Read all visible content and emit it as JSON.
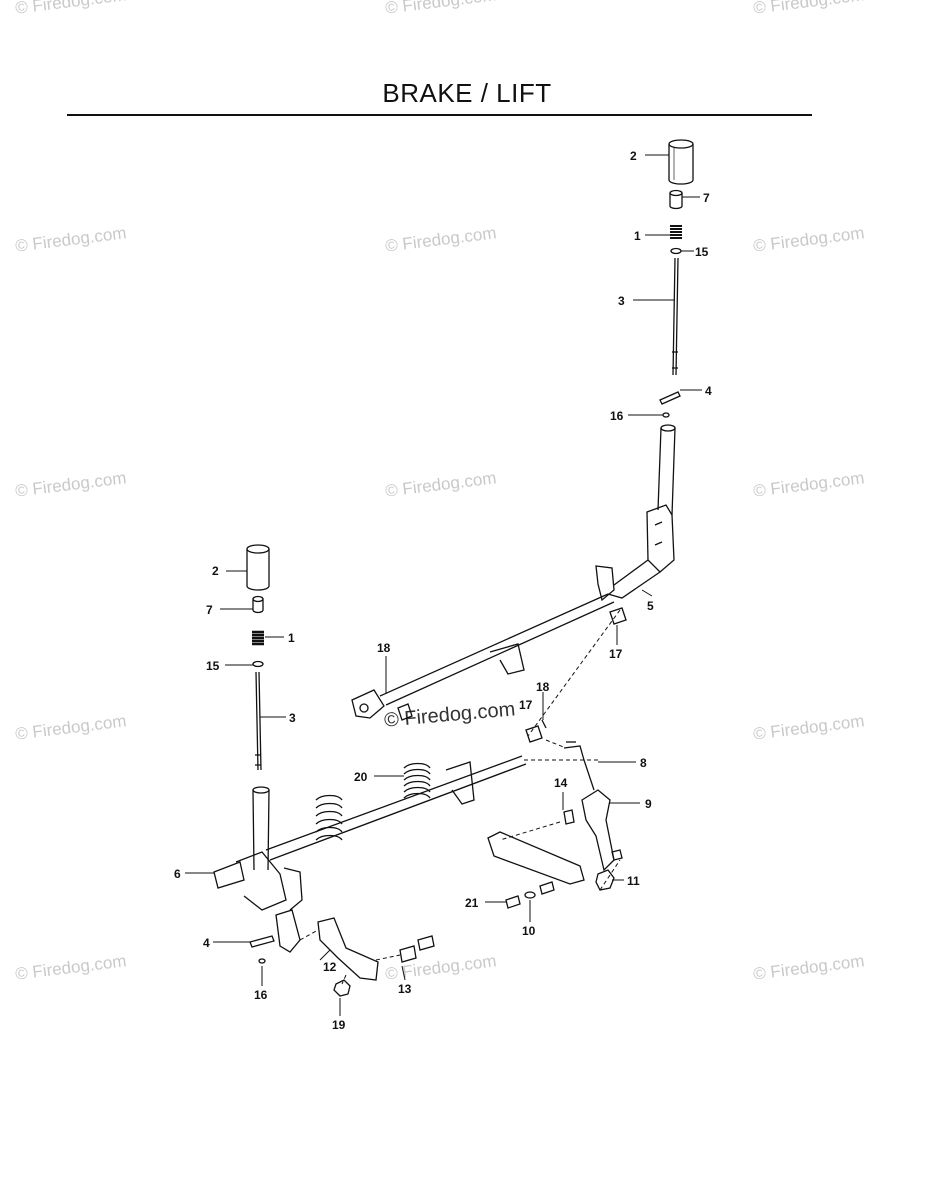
{
  "title": "BRAKE / LIFT",
  "watermark": "© Firedog.com",
  "watermark_center": "© Firedog.com",
  "callouts": [
    {
      "id": "c-2a",
      "text": "2"
    },
    {
      "id": "c-7a",
      "text": "7"
    },
    {
      "id": "c-1a",
      "text": "1"
    },
    {
      "id": "c-15a",
      "text": "15"
    },
    {
      "id": "c-3a",
      "text": "3"
    },
    {
      "id": "c-4a",
      "text": "4"
    },
    {
      "id": "c-16a",
      "text": "16"
    },
    {
      "id": "c-5",
      "text": "5"
    },
    {
      "id": "c-17a",
      "text": "17"
    },
    {
      "id": "c-18a",
      "text": "18"
    },
    {
      "id": "c-18b",
      "text": "18"
    },
    {
      "id": "c-17b",
      "text": "17"
    },
    {
      "id": "c-2b",
      "text": "2"
    },
    {
      "id": "c-7b",
      "text": "7"
    },
    {
      "id": "c-1b",
      "text": "1"
    },
    {
      "id": "c-15b",
      "text": "15"
    },
    {
      "id": "c-3b",
      "text": "3"
    },
    {
      "id": "c-20",
      "text": "20"
    },
    {
      "id": "c-8",
      "text": "8"
    },
    {
      "id": "c-14",
      "text": "14"
    },
    {
      "id": "c-9",
      "text": "9"
    },
    {
      "id": "c-6",
      "text": "6"
    },
    {
      "id": "c-11",
      "text": "11"
    },
    {
      "id": "c-21",
      "text": "21"
    },
    {
      "id": "c-10",
      "text": "10"
    },
    {
      "id": "c-4b",
      "text": "4"
    },
    {
      "id": "c-12",
      "text": "12"
    },
    {
      "id": "c-13",
      "text": "13"
    },
    {
      "id": "c-16b",
      "text": "16"
    },
    {
      "id": "c-19",
      "text": "19"
    }
  ]
}
